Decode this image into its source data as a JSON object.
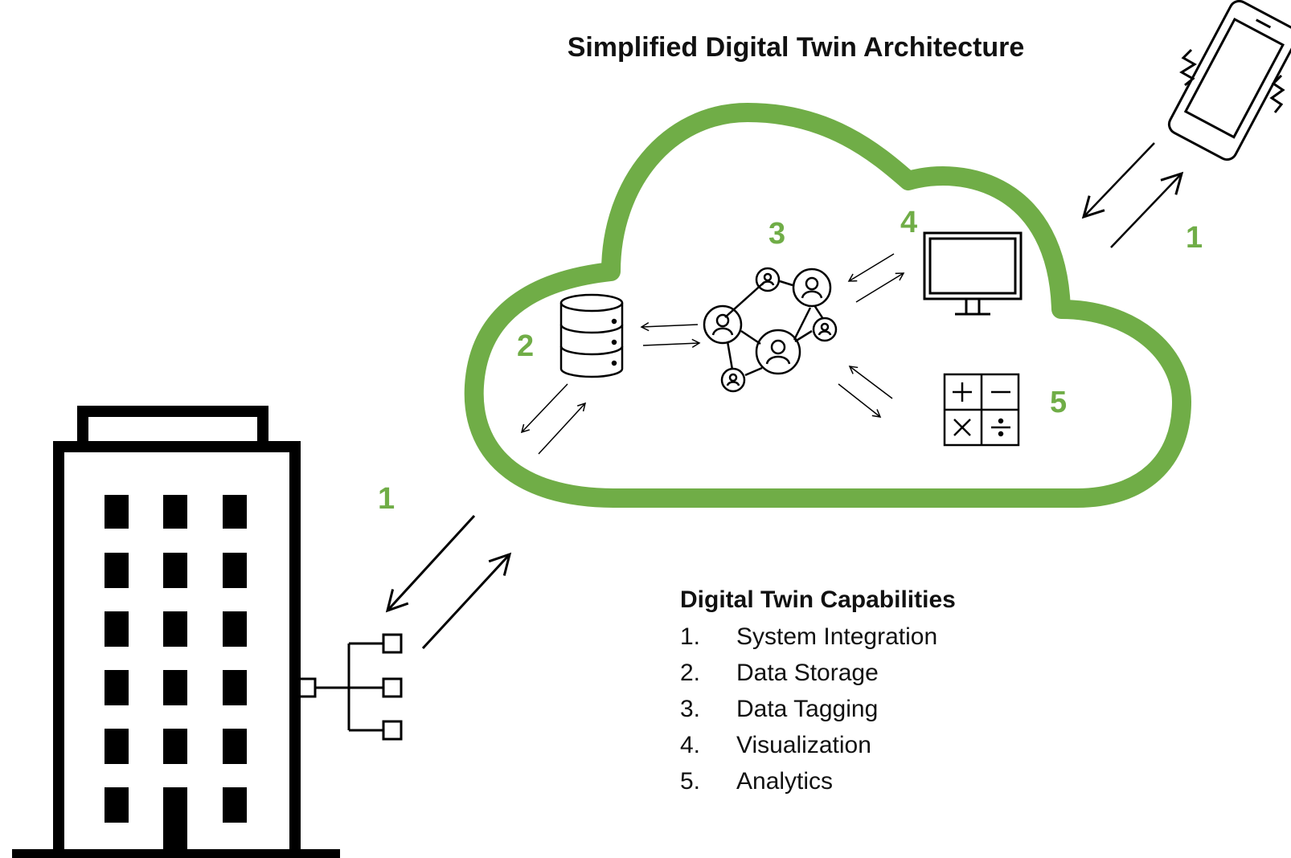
{
  "title": "Simplified Digital Twin Architecture",
  "colors": {
    "accent_green": "#70ad47",
    "ink": "#000000"
  },
  "step_labels": {
    "phone_integration": "1",
    "building_integration": "1",
    "storage": "2",
    "tagging": "3",
    "visualization": "4",
    "analytics": "5"
  },
  "capabilities": {
    "title": "Digital Twin Capabilities",
    "items": [
      {
        "number": "1.",
        "label": "System Integration"
      },
      {
        "number": "2.",
        "label": "Data Storage"
      },
      {
        "number": "3.",
        "label": "Data Tagging"
      },
      {
        "number": "4.",
        "label": "Visualization"
      },
      {
        "number": "5.",
        "label": "Analytics"
      }
    ]
  },
  "icons": [
    "cloud-icon",
    "database-icon",
    "network-people-icon",
    "monitor-icon",
    "calculator-icon",
    "smartphone-icon",
    "building-icon",
    "hierarchy-icon"
  ],
  "calculator_symbols": [
    "+",
    "−",
    "×",
    "÷"
  ]
}
